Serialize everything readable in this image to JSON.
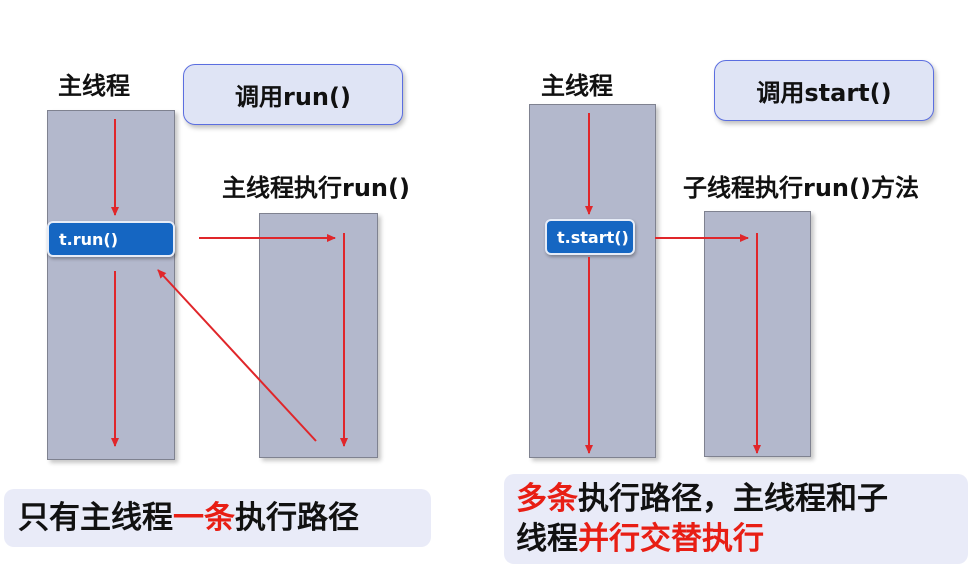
{
  "left": {
    "main_thread_label": "主线程",
    "call_button": "调用run()",
    "executor_label": "主线程执行run()",
    "call_pill": "t.run()",
    "caption": {
      "part1": "只有主线程",
      "part2": "一条",
      "part3": "执行路径"
    }
  },
  "right": {
    "main_thread_label": "主线程",
    "call_button": "调用start()",
    "executor_label": "子线程执行run()方法",
    "call_pill": "t.start()",
    "caption": {
      "part1": "多条",
      "part2": "执行路径，主线程和子",
      "part3": "线程",
      "part4": "并行交替执行"
    }
  },
  "colors": {
    "arrow": "#e0262a",
    "pill": "#1566c2",
    "column": "#b3b8cc",
    "highlight": "#e81e14"
  }
}
